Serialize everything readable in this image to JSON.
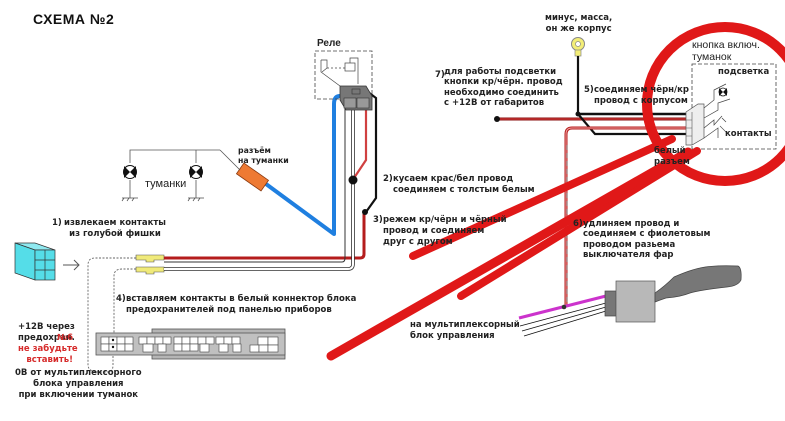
{
  "title": "СХЕМА №2",
  "relay": {
    "label": "Реле"
  },
  "fog_lights": {
    "label": "туманки",
    "connector_label": "разъём\nна туманки"
  },
  "steps": {
    "s1": {
      "num": "1)",
      "text": "извлекаем контакты\nиз голубой фишки"
    },
    "s2": {
      "num": "2)",
      "text": "кусаем крас/бел провод\nсоединяем с толстым белым"
    },
    "s3": {
      "num": "3)",
      "text": "режем кр/чёрн и чёрный\nпровод и соединяем\nдруг с другом"
    },
    "s4": {
      "num": "4)",
      "text": "вставляем контакты в белый коннектор блока\nпредохранителей под панелью приборов"
    },
    "s5": {
      "num": "5)",
      "text": "соединяем чёрн/кр\nпровод с корпусом"
    },
    "s6": {
      "num": "6)",
      "text": "удлиняем провод и\nсоединяем с фиолетовым\nпроводом разьема\nвыключателя фар"
    },
    "s7": {
      "num": "7)",
      "text": "для работы подсветки\nкнопки кр/чёрн. провод\nнеобходимо соединить\nс +12В от габаритов"
    }
  },
  "ground": {
    "label": "минус, масса,\nон же корпус"
  },
  "fog_button": {
    "title": "кнопка включ.\nтуманок",
    "backlight_label": "подсветка",
    "contacts_label": "контакты",
    "white_connector_label": "белый\nразъем"
  },
  "fuse_note": {
    "line1": "+12В через\nпредохран.",
    "highlight": "№6\nне забудьте\nвставить!"
  },
  "zero_volt_note": "0В от мультиплексорного\nблока управления\nпри включении туманок",
  "multiplex_label": "на мультиплексорный\nблок управления",
  "colors": {
    "red_wire": "#c21f1f",
    "blue_wire": "#1f7fe0",
    "black_wire": "#111111",
    "purple_wire": "#cc33cc",
    "highlight_red": "#e01818",
    "connector_orange": "#ee7a33",
    "blue_chip": "#55dde8",
    "fuse_box_gray": "#b5b5b5",
    "relay_gray": "#777777",
    "ground_lug": "#f3ee77"
  }
}
